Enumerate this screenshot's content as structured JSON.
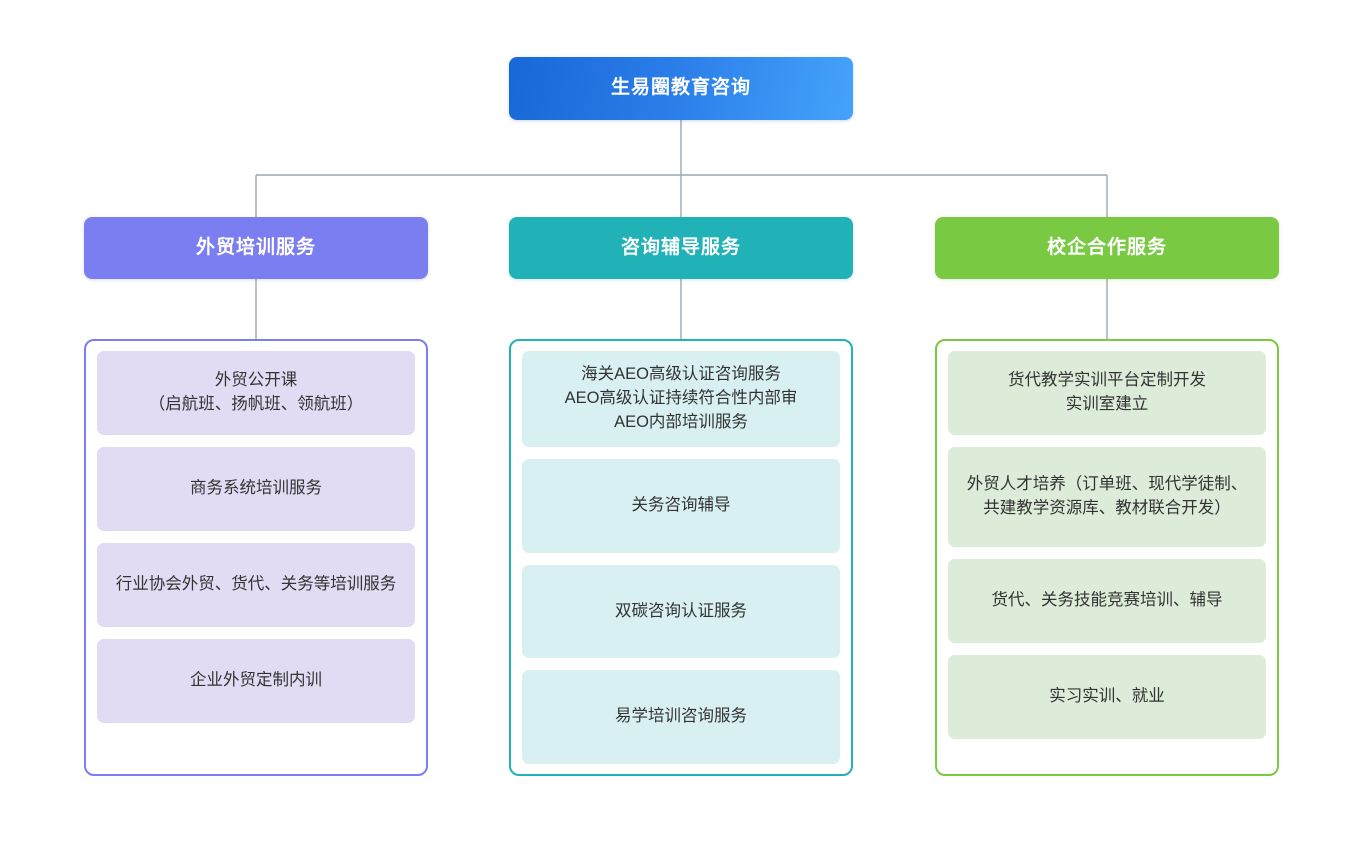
{
  "diagram": {
    "type": "organization-tree",
    "root": {
      "label": "生易圈教育咨询",
      "color": "#2a7ce8"
    },
    "branches": [
      {
        "label": "外贸培训服务",
        "header_color": "#7b7ef0",
        "panel_border_color": "#7b7ef0",
        "card_color": "#e1dcf4",
        "items": [
          {
            "text": "外贸公开课\n（启航班、扬帆班、领航班）",
            "lines": 2
          },
          {
            "text": "商务系统培训服务",
            "lines": 1
          },
          {
            "text": "行业协会外贸、货代、关务等培训服务",
            "lines": 2
          },
          {
            "text": "企业外贸定制内训",
            "lines": 1
          }
        ]
      },
      {
        "label": "咨询辅导服务",
        "header_color": "#21b2b8",
        "panel_border_color": "#21b2b8",
        "card_color": "#d9f0f2",
        "items": [
          {
            "text": "海关AEO高级认证咨询服务\nAEO高级认证持续符合性内部审\nAEO内部培训服务",
            "lines": 3
          },
          {
            "text": "关务咨询辅导",
            "lines": 1
          },
          {
            "text": "双碳咨询认证服务",
            "lines": 1
          },
          {
            "text": "易学培训咨询服务",
            "lines": 1
          }
        ]
      },
      {
        "label": "校企合作服务",
        "header_color": "#7ac943",
        "panel_border_color": "#7ac943",
        "card_color": "#dcecd9",
        "items": [
          {
            "text": "货代教学实训平台定制开发\n实训室建立",
            "lines": 2
          },
          {
            "text": "外贸人才培养（订单班、现代学徒制、共建教学资源库、教材联合开发）",
            "lines": 3
          },
          {
            "text": "货代、关务技能竞赛培训、辅导",
            "lines": 1
          },
          {
            "text": "实习实训、就业",
            "lines": 1
          }
        ]
      }
    ],
    "connector_color": "#9aa7b2"
  }
}
